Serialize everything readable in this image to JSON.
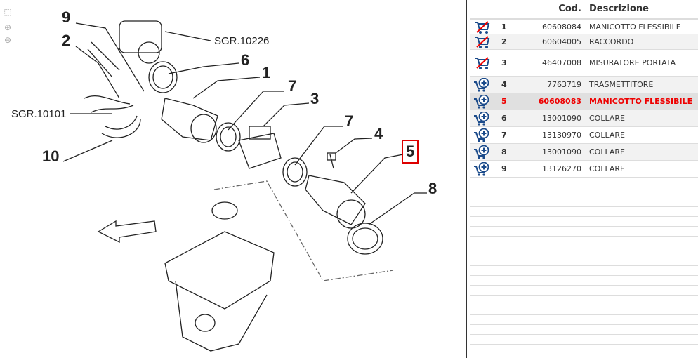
{
  "diagram": {
    "tools": [
      "fit-icon",
      "zoom-in-icon",
      "zoom-out-icon"
    ],
    "callouts": [
      {
        "text": "9"
      },
      {
        "text": "2"
      },
      {
        "text": "SGR.10226"
      },
      {
        "text": "6"
      },
      {
        "text": "1"
      },
      {
        "text": "7"
      },
      {
        "text": "3"
      },
      {
        "text": "SGR.10101"
      },
      {
        "text": "7"
      },
      {
        "text": "4"
      },
      {
        "text": "5"
      },
      {
        "text": "10"
      },
      {
        "text": "8"
      }
    ]
  },
  "table": {
    "header": {
      "cod": "Cod.",
      "desc": "Descrizione"
    },
    "rows": [
      {
        "n": "1",
        "cod": "60608084",
        "desc": "MANICOTTO FLESSIBILE",
        "icon": "cart-unavailable-icon"
      },
      {
        "n": "2",
        "cod": "60604005",
        "desc": "RACCORDO",
        "icon": "cart-unavailable-icon"
      },
      {
        "n": "3",
        "cod": "46407008",
        "desc": "MISURATORE PORTATA",
        "icon": "cart-unavailable-icon"
      },
      {
        "n": "4",
        "cod": "7763719",
        "desc": "TRASMETTITORE",
        "icon": "cart-add-icon"
      },
      {
        "n": "5",
        "cod": "60608083",
        "desc": "MANICOTTO FLESSIBILE",
        "icon": "cart-add-icon",
        "selected": true
      },
      {
        "n": "6",
        "cod": "13001090",
        "desc": "COLLARE",
        "icon": "cart-add-icon"
      },
      {
        "n": "7",
        "cod": "13130970",
        "desc": "COLLARE",
        "icon": "cart-add-icon"
      },
      {
        "n": "8",
        "cod": "13001090",
        "desc": "COLLARE",
        "icon": "cart-add-icon"
      },
      {
        "n": "9",
        "cod": "13126270",
        "desc": "COLLARE",
        "icon": "cart-add-icon"
      }
    ]
  },
  "colors": {
    "selected": "#ee0000",
    "icon": "#1a4a8a"
  }
}
